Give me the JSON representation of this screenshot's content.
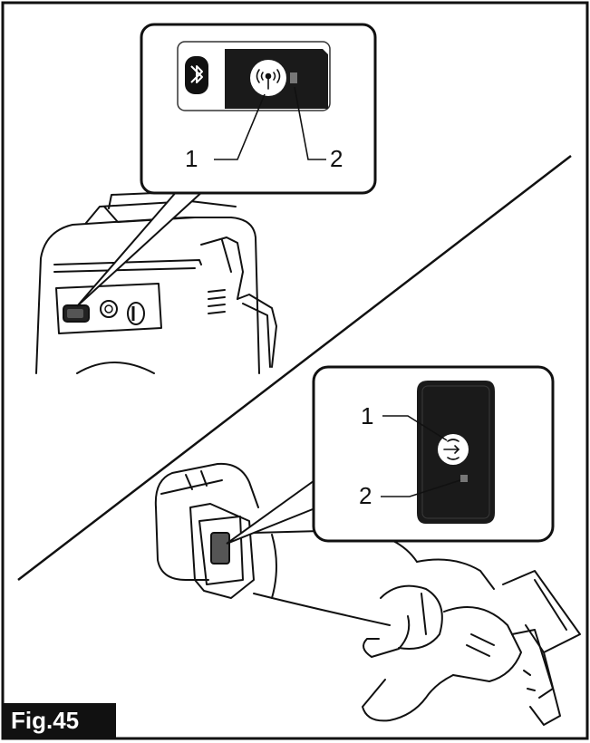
{
  "figure": {
    "label": "Fig.45",
    "top_view": {
      "callout_1": "1",
      "callout_2": "2",
      "icon_left": "bluetooth-icon",
      "icon_button": "wireless-signal-icon",
      "indicator": "indicator-lamp"
    },
    "bottom_view": {
      "callout_1": "1",
      "callout_2": "2",
      "icon_button": "wireless-activation-icon",
      "indicator": "indicator-lamp"
    }
  },
  "colors": {
    "ink": "#111111",
    "panel_dark": "#1a1a1a",
    "indicator": "#777777"
  }
}
